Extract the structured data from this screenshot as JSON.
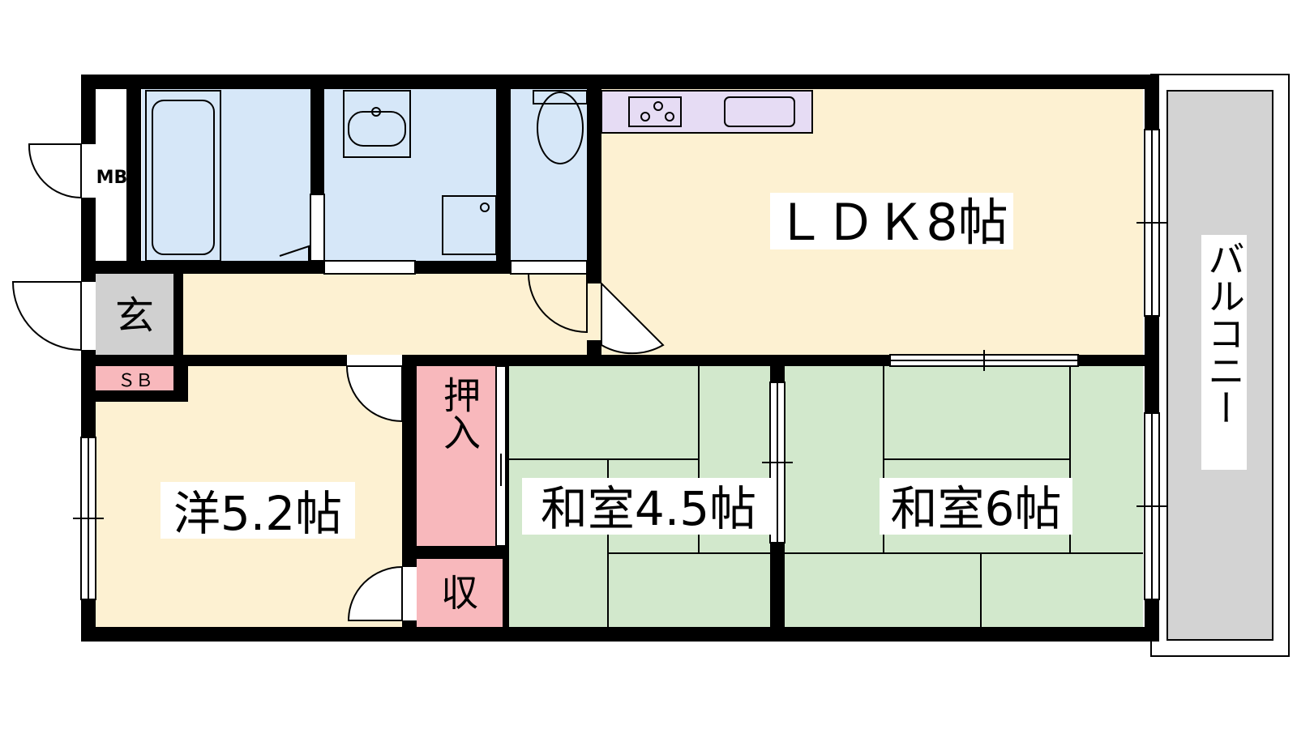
{
  "rooms": {
    "ldk": "ＬＤＫ8帖",
    "western": "洋5.2帖",
    "washitsu_small": "和室4.5帖",
    "washitsu_large": "和室6帖",
    "entrance": "玄",
    "oshiire": "押入",
    "storage": "収",
    "shoebox": "ＳＢ",
    "meter_box": "MB",
    "balcony": "バルコニー"
  },
  "colors": {
    "ldk_floor": "#fdf1d2",
    "wet_area": "#d6e7f8",
    "tatami": "#d2e8cc",
    "closet": "#f8b8bc",
    "entrance": "#d0d0d0",
    "kitchen": "#e6dcf4",
    "balcony": "#d3d3d3",
    "wall": "#000000"
  }
}
